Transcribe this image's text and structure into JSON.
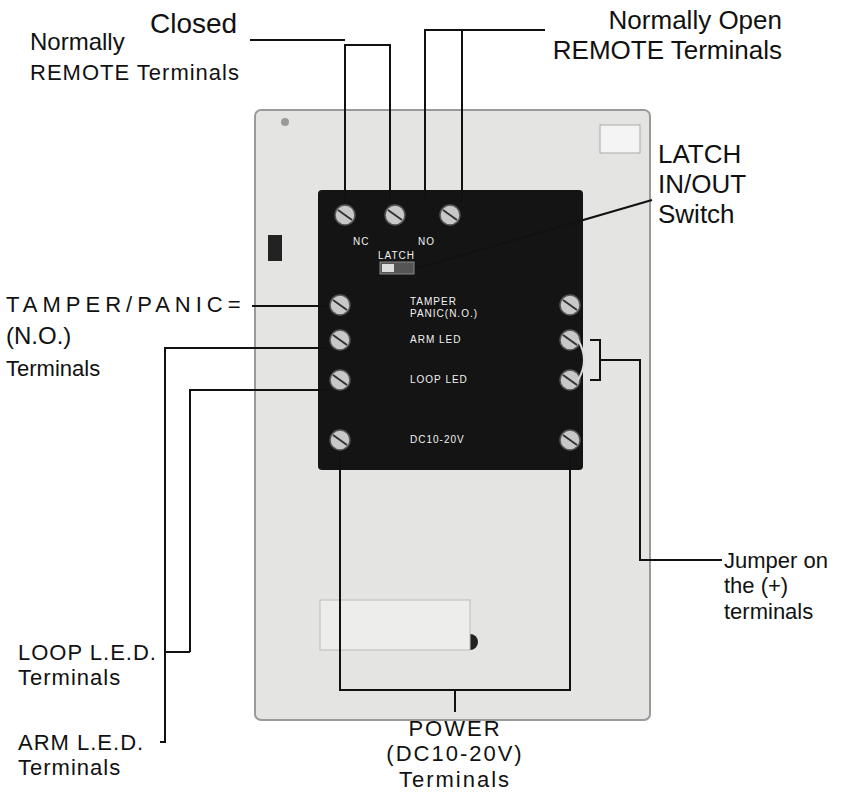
{
  "diagram": {
    "labels": [
      "Normally",
      "Closed",
      "REMOTE Terminals",
      "Normally Open REMOTE Terminals",
      "LATCH IN/OUT Switch",
      "TAMPER/PANIC=",
      "(N.O.)",
      "Terminals",
      "ARM L.E.D. Terminals",
      "LOOP L.E.D. Terminals",
      "POWER (DC10-20V) Terminals",
      "Jumper on the (+) terminals",
      "NC",
      "NO",
      "LATCH",
      "TAMPER",
      "PANIC(N.O.)",
      "ARM LED",
      "LOOP LED",
      "DC10-20V"
    ]
  }
}
